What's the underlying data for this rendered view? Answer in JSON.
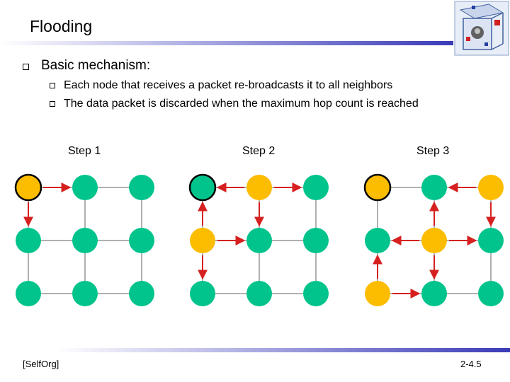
{
  "slide": {
    "title": "Flooding",
    "bullet": "Basic mechanism:",
    "subbullets": [
      "Each node that receives a packet re-broadcasts it to all neighbors",
      "The data packet is discarded when the maximum hop count is reached"
    ],
    "steps": [
      "Step 1",
      "Step 2",
      "Step 3"
    ],
    "footer_left": "[SelfOrg]",
    "footer_right": "2-4.5"
  },
  "colors": {
    "active": "#fcbc00",
    "idle": "#00c48c",
    "arrow": "#d62020",
    "edge": "#606060",
    "title_bar": "#3a3ab8"
  },
  "diagrams": [
    {
      "name": "Step 1",
      "states": [
        "S",
        "I",
        "I",
        "I",
        "I",
        "I",
        "I",
        "I",
        "I"
      ],
      "source": 0,
      "arrows": [
        [
          0,
          1
        ],
        [
          0,
          3
        ]
      ]
    },
    {
      "name": "Step 2",
      "states": [
        "I",
        "A",
        "I",
        "A",
        "I",
        "I",
        "I",
        "I",
        "I"
      ],
      "source": 0,
      "arrows": [
        [
          1,
          0
        ],
        [
          1,
          2
        ],
        [
          1,
          4
        ],
        [
          3,
          0
        ],
        [
          3,
          4
        ],
        [
          3,
          6
        ]
      ]
    },
    {
      "name": "Step 3",
      "states": [
        "S",
        "I",
        "A",
        "I",
        "A",
        "I",
        "A",
        "I",
        "I"
      ],
      "source": 0,
      "arrows": [
        [
          2,
          1
        ],
        [
          2,
          5
        ],
        [
          4,
          1
        ],
        [
          4,
          3
        ],
        [
          4,
          5
        ],
        [
          4,
          7
        ],
        [
          6,
          3
        ],
        [
          6,
          7
        ]
      ]
    }
  ]
}
